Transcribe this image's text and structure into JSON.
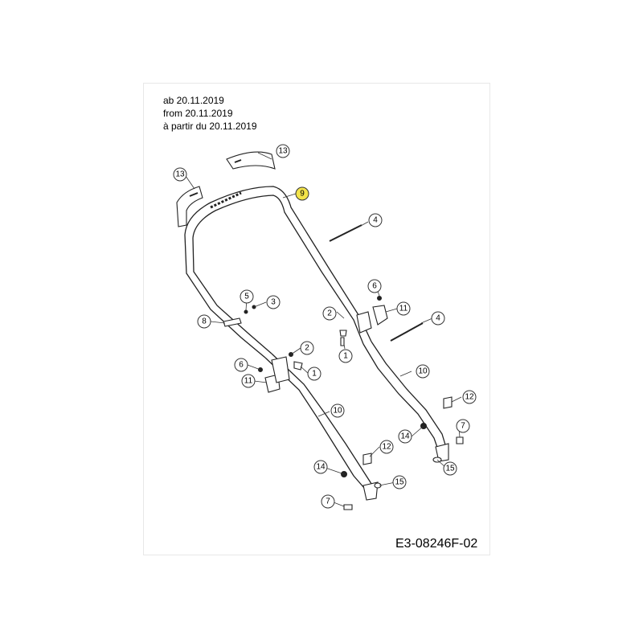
{
  "notes": {
    "line1": "ab 20.11.2019",
    "line2": "from 20.11.2019",
    "line3": "à partir du 20.11.2019"
  },
  "drawing_code": "E3-08246F-02",
  "highlight_color": "#f2e34a",
  "callouts": [
    {
      "id": "c13a",
      "label": "13",
      "highlighted": false
    },
    {
      "id": "c13b",
      "label": "13",
      "highlighted": false
    },
    {
      "id": "c9",
      "label": "9",
      "highlighted": true
    },
    {
      "id": "c4a",
      "label": "4",
      "highlighted": false
    },
    {
      "id": "c6a",
      "label": "6",
      "highlighted": false
    },
    {
      "id": "c5",
      "label": "5",
      "highlighted": false
    },
    {
      "id": "c3",
      "label": "3",
      "highlighted": false
    },
    {
      "id": "c2a",
      "label": "2",
      "highlighted": false
    },
    {
      "id": "c11a",
      "label": "11",
      "highlighted": false
    },
    {
      "id": "c4b",
      "label": "4",
      "highlighted": false
    },
    {
      "id": "c8",
      "label": "8",
      "highlighted": false
    },
    {
      "id": "c1a",
      "label": "1",
      "highlighted": false
    },
    {
      "id": "c2b",
      "label": "2",
      "highlighted": false
    },
    {
      "id": "c6b",
      "label": "6",
      "highlighted": false
    },
    {
      "id": "c1b",
      "label": "1",
      "highlighted": false
    },
    {
      "id": "c11b",
      "label": "11",
      "highlighted": false
    },
    {
      "id": "c10a",
      "label": "10",
      "highlighted": false
    },
    {
      "id": "c12a",
      "label": "12",
      "highlighted": false
    },
    {
      "id": "c10b",
      "label": "10",
      "highlighted": false
    },
    {
      "id": "c7a",
      "label": "7",
      "highlighted": false
    },
    {
      "id": "c14a",
      "label": "14",
      "highlighted": false
    },
    {
      "id": "c12b",
      "label": "12",
      "highlighted": false
    },
    {
      "id": "c15a",
      "label": "15",
      "highlighted": false
    },
    {
      "id": "c14b",
      "label": "14",
      "highlighted": false
    },
    {
      "id": "c15b",
      "label": "15",
      "highlighted": false
    },
    {
      "id": "c7b",
      "label": "7",
      "highlighted": false
    }
  ]
}
